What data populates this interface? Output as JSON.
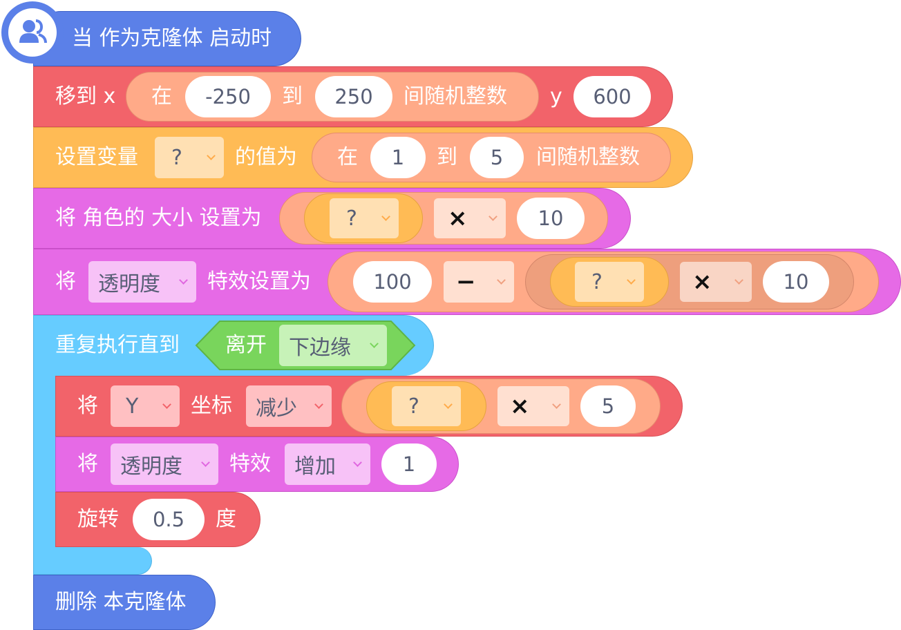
{
  "hat": {
    "label": "当 作为克隆体 启动时",
    "icon": "clone-icon"
  },
  "goto": {
    "label": "移到 x",
    "rand_in": "在",
    "min": "-250",
    "rand_to": "到",
    "max": "250",
    "rand_end": "间随机整数",
    "y_label": "y",
    "y": "600"
  },
  "setvar": {
    "label": "设置变量",
    "var": "?",
    "value_label": "的值为",
    "rand_in": "在",
    "min": "1",
    "rand_to": "到",
    "max": "5",
    "rand_end": "间随机整数"
  },
  "setsize": {
    "label": "将 角色的 大小 设置为",
    "var": "?",
    "op": "×",
    "num": "10"
  },
  "seteffect": {
    "label": "将",
    "effect": "透明度",
    "label2": "特效设置为",
    "num": "100",
    "op": "−",
    "var": "?",
    "op2": "×",
    "num2": "10"
  },
  "repeat": {
    "label": "重复执行直到",
    "cond_label": "离开",
    "edge": "下边缘"
  },
  "changey": {
    "label": "将",
    "axis": "Y",
    "label2": "坐标",
    "mode": "减少",
    "var": "?",
    "op": "×",
    "num": "5"
  },
  "changeeffect": {
    "label": "将",
    "effect": "透明度",
    "label2": "特效",
    "mode": "增加",
    "num": "1"
  },
  "turn": {
    "label": "旋转",
    "num": "0.5",
    "unit": "度"
  },
  "delete": {
    "label": "删除 本克隆体"
  }
}
